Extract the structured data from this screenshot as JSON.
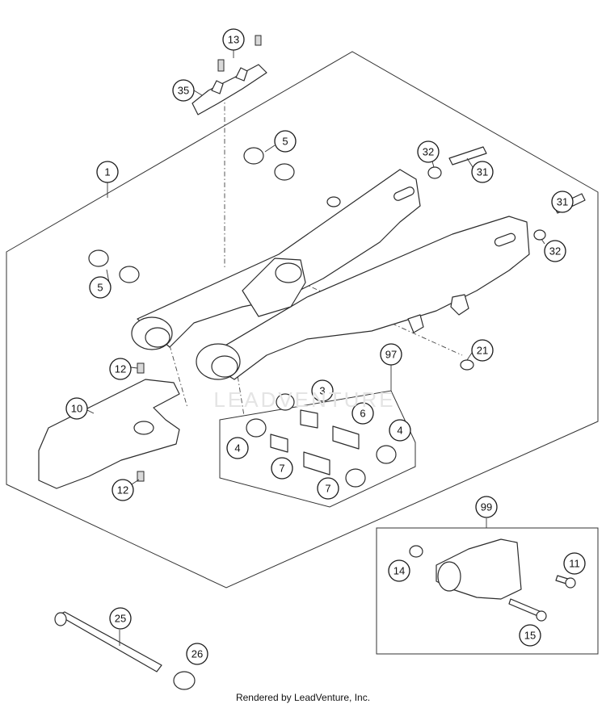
{
  "callouts": {
    "c1": "1",
    "c3": "3",
    "c4a": "4",
    "c4b": "4",
    "c5a": "5",
    "c5b": "5",
    "c6": "6",
    "c7a": "7",
    "c7b": "7",
    "c10": "10",
    "c11": "11",
    "c12a": "12",
    "c12b": "12",
    "c13": "13",
    "c14": "14",
    "c15": "15",
    "c21": "21",
    "c25": "25",
    "c26": "26",
    "c31a": "31",
    "c31b": "31",
    "c32a": "32",
    "c32b": "32",
    "c35": "35",
    "c97": "97",
    "c99": "99"
  },
  "watermark": "LEADVENTURE",
  "footer": "Rendered by LeadVenture, Inc.",
  "colors": {
    "line": "#2b2b2b",
    "background": "#ffffff",
    "watermark": "#e4e4e4"
  }
}
